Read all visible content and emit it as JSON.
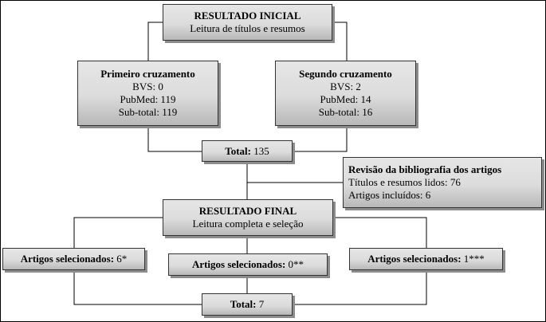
{
  "initial": {
    "title": "RESULTADO INICIAL",
    "subtitle": "Leitura de títulos e resumos"
  },
  "first_cross": {
    "title": "Primeiro cruzamento",
    "bvs": "BVS: 0",
    "pubmed": "PubMed: 119",
    "subtotal": "Sub-total: 119"
  },
  "second_cross": {
    "title": "Segundo cruzamento",
    "bvs": "BVS: 2",
    "pubmed": "PubMed: 14",
    "subtotal": "Sub-total: 16"
  },
  "total1": {
    "label": "Total:",
    "value": " 135"
  },
  "review": {
    "title": "Revisão da bibliografia dos artigos",
    "read": "Títulos e resumos lidos: 76",
    "included": "Artigos incluídos: 6"
  },
  "final": {
    "title": "RESULTADO FINAL",
    "subtitle": "Leitura completa e seleção"
  },
  "selected": [
    {
      "label": "Artigos selecionados:",
      "value": " 6*"
    },
    {
      "label": "Artigos selecionados:",
      "value": " 0**"
    },
    {
      "label": "Artigos selecionados:",
      "value": " 1***"
    }
  ],
  "total2": {
    "label": "Total:",
    "value": " 7"
  }
}
